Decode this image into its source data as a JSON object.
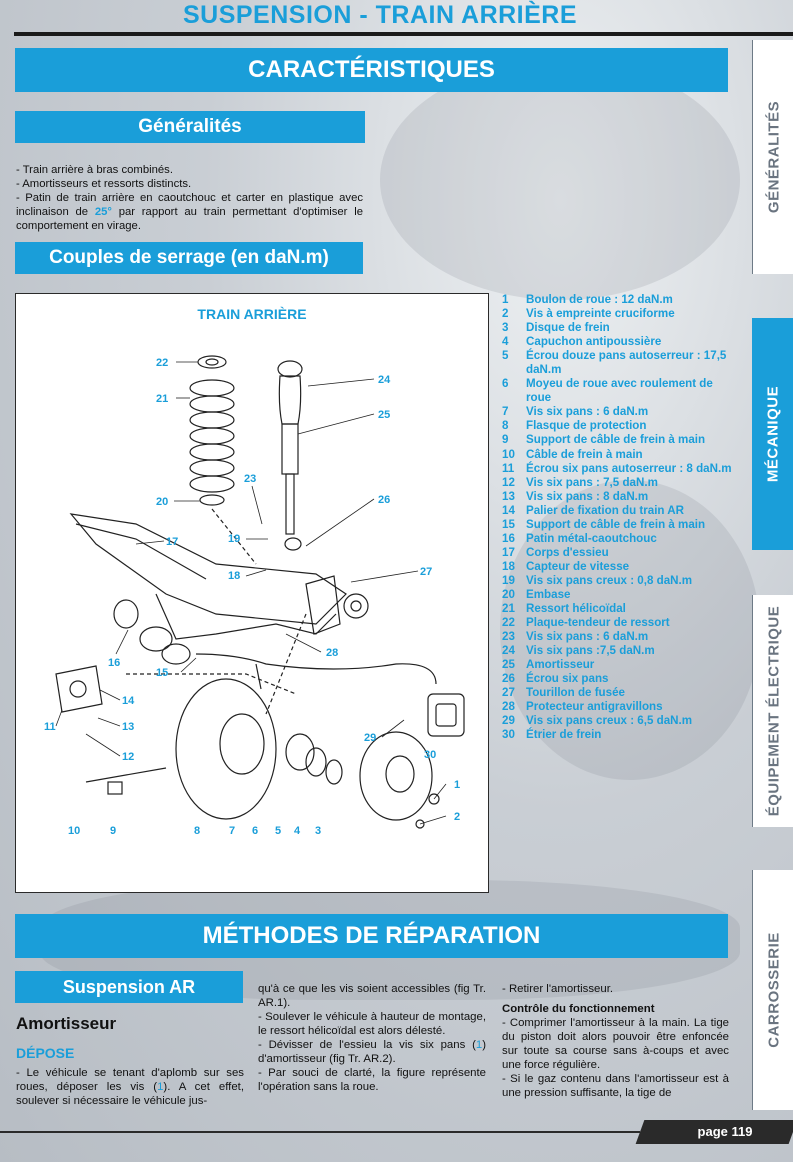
{
  "page": {
    "header_title": "SUSPENSION - TRAIN ARRIÈRE",
    "page_number": "page 119"
  },
  "bands": {
    "characteristics": "CARACTÉRISTIQUES",
    "generalities": "Généralités",
    "torques": "Couples de serrage (en daN.m)",
    "methods": "MÉTHODES DE RÉPARATION",
    "suspension_ar": "Suspension AR"
  },
  "generalities": {
    "line1": "- Train arrière à bras combinés.",
    "line2": "- Amortisseurs et ressorts distincts.",
    "line3_pre": "- Patin de train arrière en caoutchouc et carter en plastique avec inclinaison de ",
    "line3_value": "25°",
    "line3_post": " par rapport au train permettant d'optimiser le comportement en virage."
  },
  "figure": {
    "title": "TRAIN ARRIÈRE",
    "callouts": [
      "1",
      "2",
      "3",
      "4",
      "5",
      "6",
      "7",
      "8",
      "9",
      "10",
      "11",
      "12",
      "13",
      "14",
      "15",
      "16",
      "17",
      "18",
      "19",
      "20",
      "21",
      "22",
      "23",
      "24",
      "25",
      "26",
      "27",
      "28",
      "29",
      "30"
    ]
  },
  "legend": [
    {
      "n": "1",
      "t": "Boulon de roue : 12 daN.m"
    },
    {
      "n": "2",
      "t": "Vis à empreinte cruciforme"
    },
    {
      "n": "3",
      "t": "Disque de frein"
    },
    {
      "n": "4",
      "t": "Capuchon antipoussière"
    },
    {
      "n": "5",
      "t": "Écrou douze pans autoserreur : 17,5 daN.m"
    },
    {
      "n": "6",
      "t": "Moyeu de roue avec roulement de roue"
    },
    {
      "n": "7",
      "t": "Vis six pans : 6 daN.m"
    },
    {
      "n": "8",
      "t": "Flasque de protection"
    },
    {
      "n": "9",
      "t": "Support de câble de frein à main"
    },
    {
      "n": "10",
      "t": "Câble de frein à main"
    },
    {
      "n": "11",
      "t": "Écrou six pans autoserreur : 8 daN.m"
    },
    {
      "n": "12",
      "t": "Vis six pans : 7,5 daN.m"
    },
    {
      "n": "13",
      "t": "Vis six pans : 8 daN.m"
    },
    {
      "n": "14",
      "t": "Palier de fixation du train AR"
    },
    {
      "n": "15",
      "t": "Support de câble de frein à main"
    },
    {
      "n": "16",
      "t": "Patin métal-caoutchouc"
    },
    {
      "n": "17",
      "t": "Corps d'essieu"
    },
    {
      "n": "18",
      "t": "Capteur de vitesse"
    },
    {
      "n": "19",
      "t": "Vis six pans creux : 0,8 daN.m"
    },
    {
      "n": "20",
      "t": "Embase"
    },
    {
      "n": "21",
      "t": "Ressort hélicoïdal"
    },
    {
      "n": "22",
      "t": "Plaque-tendeur de ressort"
    },
    {
      "n": "23",
      "t": "Vis six pans : 6 daN.m"
    },
    {
      "n": "24",
      "t": "Vis six pans :7,5 daN.m"
    },
    {
      "n": "25",
      "t": "Amortisseur"
    },
    {
      "n": "26",
      "t": "Écrou six pans"
    },
    {
      "n": "27",
      "t": "Tourillon de fusée"
    },
    {
      "n": "28",
      "t": "Protecteur antigravillons"
    },
    {
      "n": "29",
      "t": "Vis six pans creux : 6,5 daN.m"
    },
    {
      "n": "30",
      "t": "Étrier de frein"
    }
  ],
  "side_tabs": {
    "generalites": "GÉNÉRALITÉS",
    "mecanique": "MÉCANIQUE",
    "equipement": "ÉQUIPEMENT ÉLECTRIQUE",
    "carrosserie": "CARROSSERIE"
  },
  "repair": {
    "amortisseur_title": "Amortisseur",
    "depose_title": "DÉPOSE",
    "col1_pre": "- Le véhicule se tenant d'aplomb sur ses roues, déposer les vis (",
    "col1_ref": "1",
    "col1_post": "). A cet effet, soulever si nécessaire le véhicule jus-",
    "col2_p1": "qu'à ce que les vis soient accessibles (fig Tr. AR.1).",
    "col2_p2": "- Soulever le véhicule à hauteur de montage, le ressort hélicoïdal est alors délesté.",
    "col2_p3_pre": "- Dévisser de l'essieu la vis six pans (",
    "col2_p3_ref": "1",
    "col2_p3_post": ") d'amortisseur (fig Tr. AR.2).",
    "col2_p4": "- Par souci de clarté, la figure représente l'opération sans la roue.",
    "col3_p1": "- Retirer l'amortisseur.",
    "col3_head": "Contrôle du fonctionnement",
    "col3_p2": "- Comprimer l'amortisseur à la main. La tige du piston doit alors pouvoir être enfoncée sur toute sa course sans à-coups et avec une force régulière.",
    "col3_p3": "- Si le gaz contenu dans l'amortisseur est à une pression suffisante, la tige de"
  },
  "colors": {
    "accent": "#1a9ed9",
    "dark": "#1a1a1a"
  }
}
